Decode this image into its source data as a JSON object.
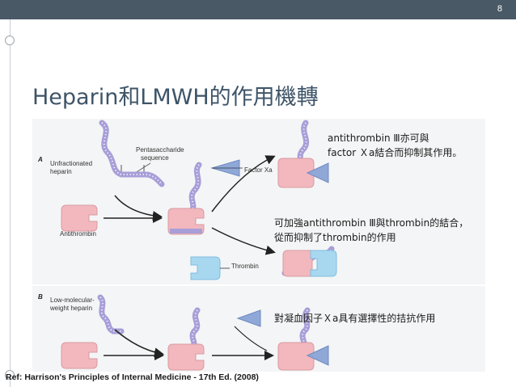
{
  "slide": {
    "page_number": "8",
    "title": "Heparin和LMWH的作用機轉",
    "reference": "Ref: Harrison's Principles of Internal Medicine - 17th Ed. (2008)"
  },
  "figure": {
    "panel_a_letter": "A",
    "panel_b_letter": "B",
    "labels": {
      "unfractionated_heparin": [
        "Unfractionated",
        "heparin"
      ],
      "pentasaccharide_sequence": [
        "Pentasaccharide",
        "sequence"
      ],
      "antithrombin": "Antithrombin",
      "factor_xa": "Factor Xa",
      "thrombin": "Thrombin",
      "lmwh": [
        "Low-molecular-",
        "weight heparin"
      ]
    },
    "colors": {
      "heparin_chain": "#a89ed8",
      "antithrombin": "#f2b8be",
      "factor_xa": "#8fa8d8",
      "thrombin": "#a8d8f0"
    }
  },
  "annotations": {
    "xa_note_line1": "antithrombin Ⅲ亦可與",
    "xa_note_line2": "factor Ｘa結合而抑制其作用。",
    "thrombin_note_line1": "可加強antithrombin Ⅲ與thrombin的結合，",
    "thrombin_note_line2": "從而抑制了thrombin的作用",
    "lmwh_note": "對凝血因子Ｘa具有選擇性的拮抗作用"
  }
}
